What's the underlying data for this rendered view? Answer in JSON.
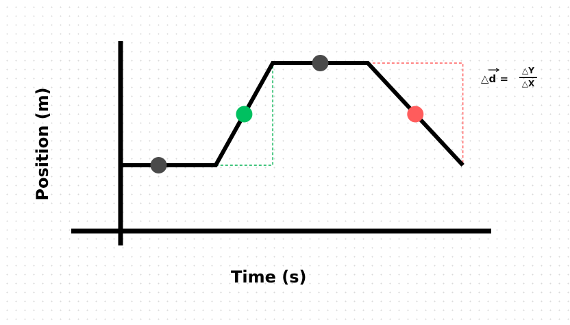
{
  "chart_data": {
    "type": "line",
    "xlabel": "Time (s)",
    "ylabel": "Position (m)",
    "ticks": "none",
    "grid": false,
    "series": [
      {
        "x": [
          0,
          2,
          3.2,
          5.2,
          7.2
        ],
        "y": [
          1,
          1,
          3,
          3,
          1
        ],
        "color": "#000000"
      }
    ],
    "markers": [
      {
        "x": 0.8,
        "y": 1,
        "color": "#4a4a4a"
      },
      {
        "x": 2.6,
        "y": 2,
        "color": "#00c060"
      },
      {
        "x": 4.2,
        "y": 3,
        "color": "#4a4a4a"
      },
      {
        "x": 6.2,
        "y": 2,
        "color": "#ff5c5c"
      }
    ],
    "slope_guides": [
      {
        "x": [
          2,
          3.2,
          3.2
        ],
        "y": [
          1,
          1,
          3
        ],
        "color": "#00b050"
      },
      {
        "x": [
          5.2,
          7.2,
          7.2
        ],
        "y": [
          3,
          3,
          1
        ],
        "color": "#ff5c5c"
      }
    ],
    "annotation": {
      "delta": "△",
      "vector_symbol": "d",
      "equals": " =",
      "numerator": "△Y",
      "denominator": "△X"
    }
  }
}
